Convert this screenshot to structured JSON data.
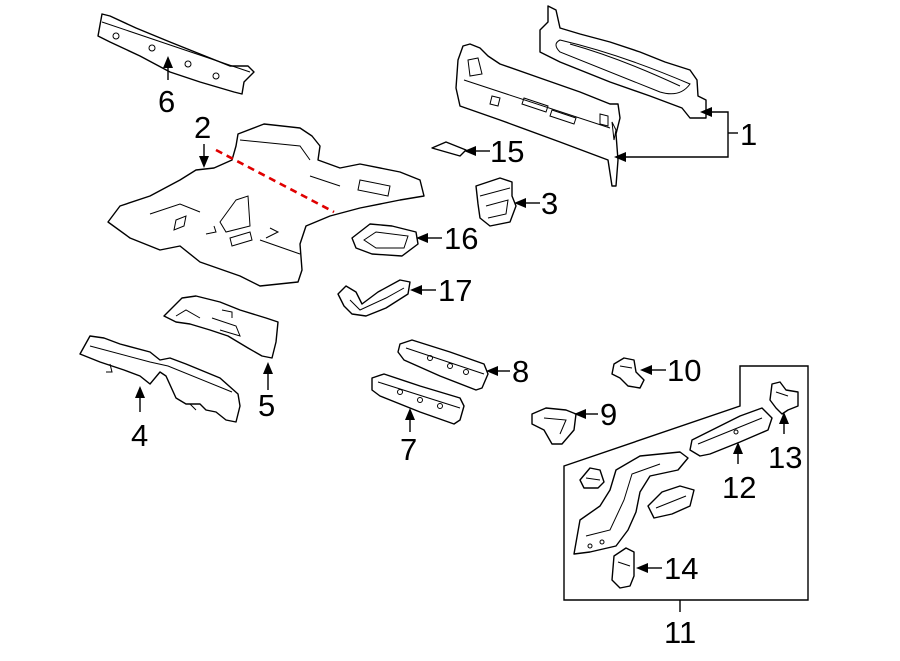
{
  "diagram": {
    "callouts": [
      "1",
      "2",
      "3",
      "4",
      "5",
      "6",
      "7",
      "8",
      "9",
      "10",
      "11",
      "12",
      "13",
      "14",
      "15",
      "16",
      "17"
    ],
    "accent_color": "#e00000"
  }
}
